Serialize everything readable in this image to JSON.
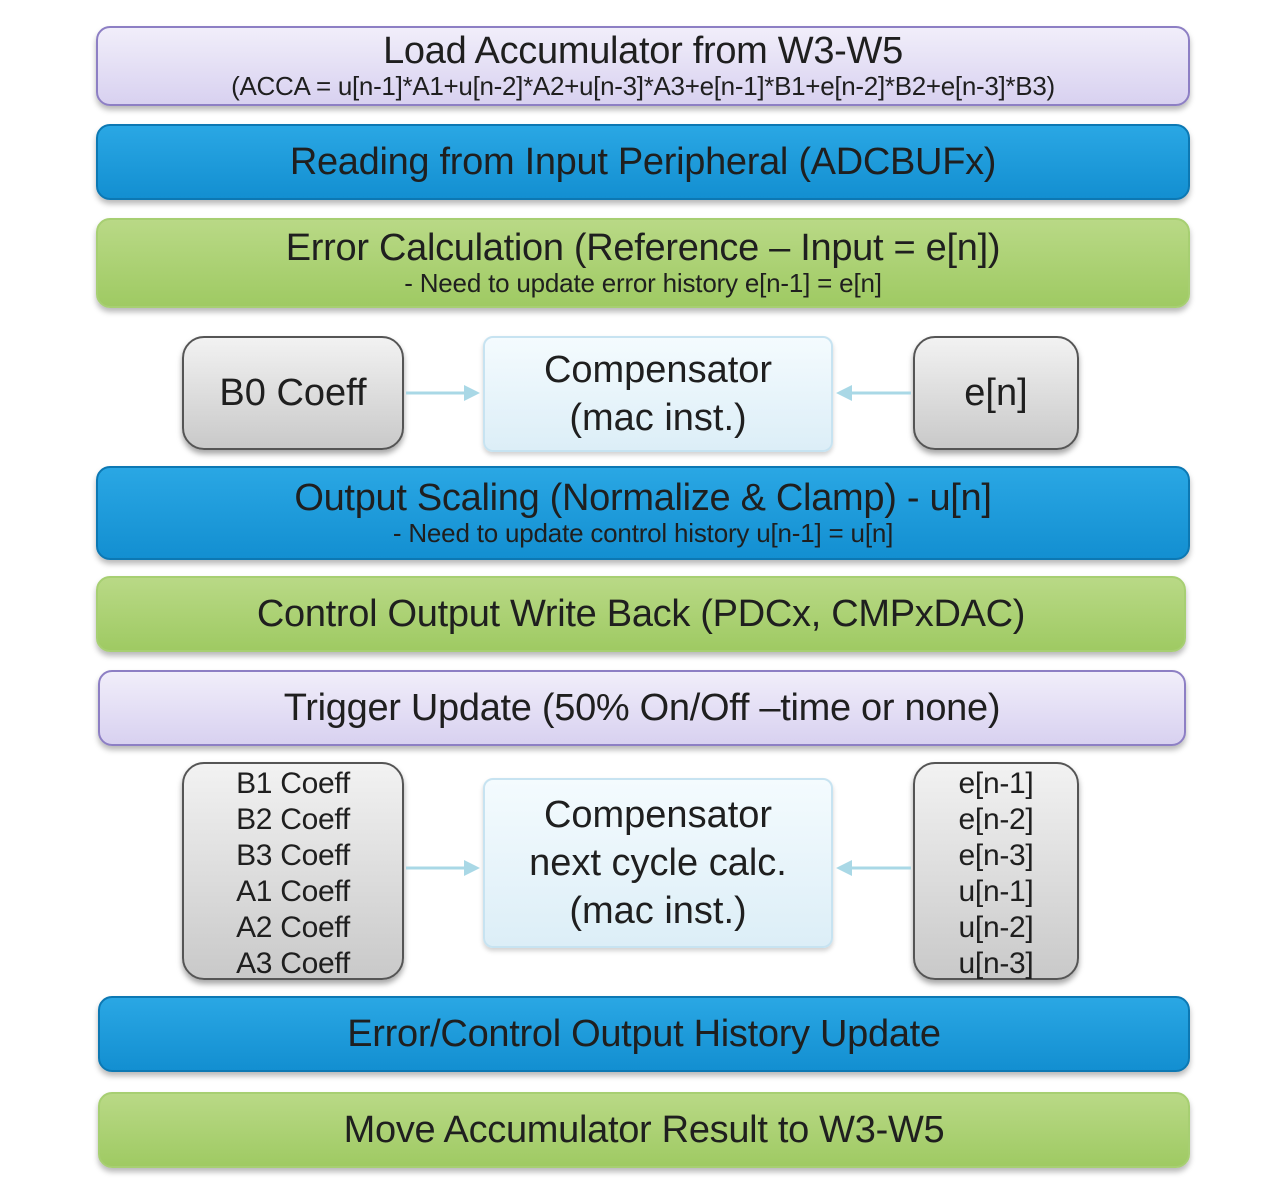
{
  "load_acc": {
    "title": "Load Accumulator from W3-W5",
    "formula": "(ACCA = u[n-1]*A1+u[n-2]*A2+u[n-3]*A3+e[n-1]*B1+e[n-2]*B2+e[n-3]*B3)"
  },
  "reading": {
    "title": "Reading from Input Peripheral (ADCBUFx)"
  },
  "error_calc": {
    "title": "Error Calculation (Reference – Input = e[n])",
    "note": "- Need to update error history e[n-1] = e[n]"
  },
  "stage1": {
    "coeff": "B0 Coeff",
    "comp_line1": "Compensator",
    "comp_line2": "(mac inst.)",
    "input": "e[n]"
  },
  "output_scaling": {
    "title": "Output Scaling (Normalize & Clamp) - u[n]",
    "note": "- Need to update control history u[n-1] = u[n]"
  },
  "write_back": {
    "title": "Control Output Write Back (PDCx, CMPxDAC)"
  },
  "trigger": {
    "title": "Trigger Update (50% On/Off –time or none)"
  },
  "stage2": {
    "coeffs": [
      "B1 Coeff",
      "B2 Coeff",
      "B3 Coeff",
      "A1 Coeff",
      "A2 Coeff",
      "A3 Coeff"
    ],
    "comp_line1": "Compensator",
    "comp_line2": "next cycle calc.",
    "comp_line3": "(mac inst.)",
    "history": [
      "e[n-1]",
      "e[n-2]",
      "e[n-3]",
      "u[n-1]",
      "u[n-2]",
      "u[n-3]"
    ]
  },
  "history_update": {
    "title": "Error/Control Output History Update"
  },
  "move_acc": {
    "title": "Move Accumulator Result to W3-W5"
  },
  "colors": {
    "purple": "#e3ddf4",
    "blue": "#1b9ad9",
    "green": "#a9d072",
    "grey": "#d6d6d6",
    "light_blue": "#e6f3fa",
    "arrow": "#a9d8e6"
  }
}
